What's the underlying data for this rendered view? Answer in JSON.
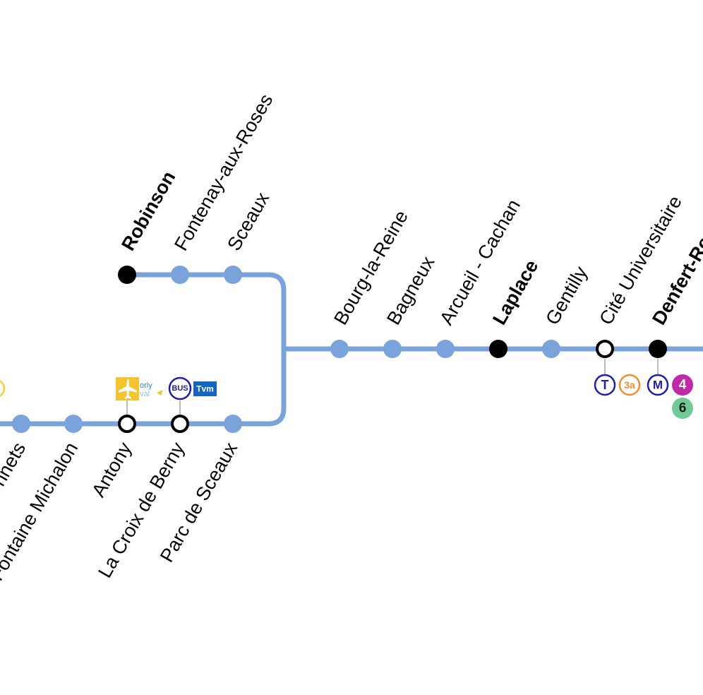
{
  "map": {
    "line_color": "#7BA3DB",
    "stations_top": [
      {
        "name": "Robinson",
        "major": true
      },
      {
        "name": "Fontenay-aux-Roses",
        "major": false
      },
      {
        "name": "Sceaux",
        "major": false
      }
    ],
    "stations_main": [
      {
        "name": "Bourg-la-Reine",
        "major": false
      },
      {
        "name": "Bagneux",
        "major": false
      },
      {
        "name": "Arcueil - Cachan",
        "major": false
      },
      {
        "name": "Laplace",
        "major": true
      },
      {
        "name": "Gentilly",
        "major": false
      },
      {
        "name": "Cité Universitaire",
        "major": false
      },
      {
        "name": "Denfert-Ro",
        "major": true
      }
    ],
    "stations_bottom": [
      {
        "name": "nnets",
        "major": false
      },
      {
        "name": "Fontaine Michalon",
        "major": false
      },
      {
        "name": "Antony",
        "major": false
      },
      {
        "name": "La Croix de Berny",
        "major": false
      },
      {
        "name": "Parc de Sceaux",
        "major": false
      }
    ],
    "connections": {
      "antony": {
        "icon": "airport-icon",
        "text_line1": "orly",
        "text_line2": "val"
      },
      "croix_de_berny": {
        "bus_label": "BUS",
        "tvm_label": "Tvm"
      },
      "cite_universitaire": {
        "tram_label": "T",
        "tram_line": "3a"
      },
      "denfert": {
        "metro_label": "M",
        "metro_lines": [
          "4",
          "6"
        ]
      }
    },
    "colors": {
      "tram_3a": "#F28E2B",
      "metro_4": "#C02AA6",
      "metro_6": "#6ECA97",
      "bus": "#1E1EA8",
      "tvm": "#1565C0",
      "airport": "#F4C430"
    }
  }
}
